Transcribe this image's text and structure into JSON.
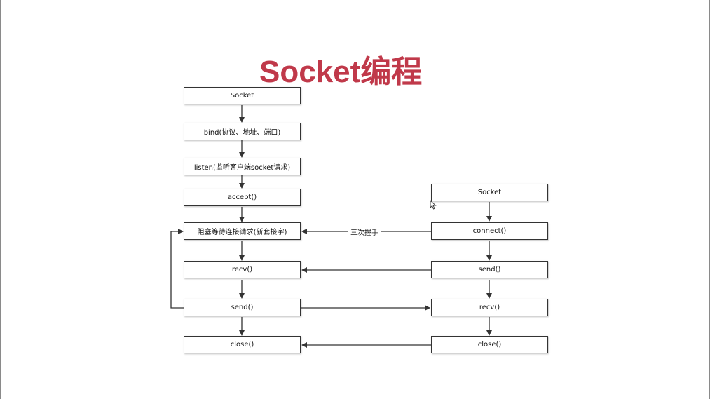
{
  "title": "Socket编程",
  "server": {
    "socket": "Socket",
    "bind": "bind(协议、地址、端口)",
    "listen": "listen(监听客户端socket请求)",
    "accept": "accept()",
    "block": "阻塞等待连接请求(新套接字)",
    "recv": "recv()",
    "send": "send()",
    "close": "close()"
  },
  "client": {
    "socket": "Socket",
    "connect": "connect()",
    "send": "send()",
    "recv": "recv()",
    "close": "close()"
  },
  "handshake_label": "三次握手"
}
